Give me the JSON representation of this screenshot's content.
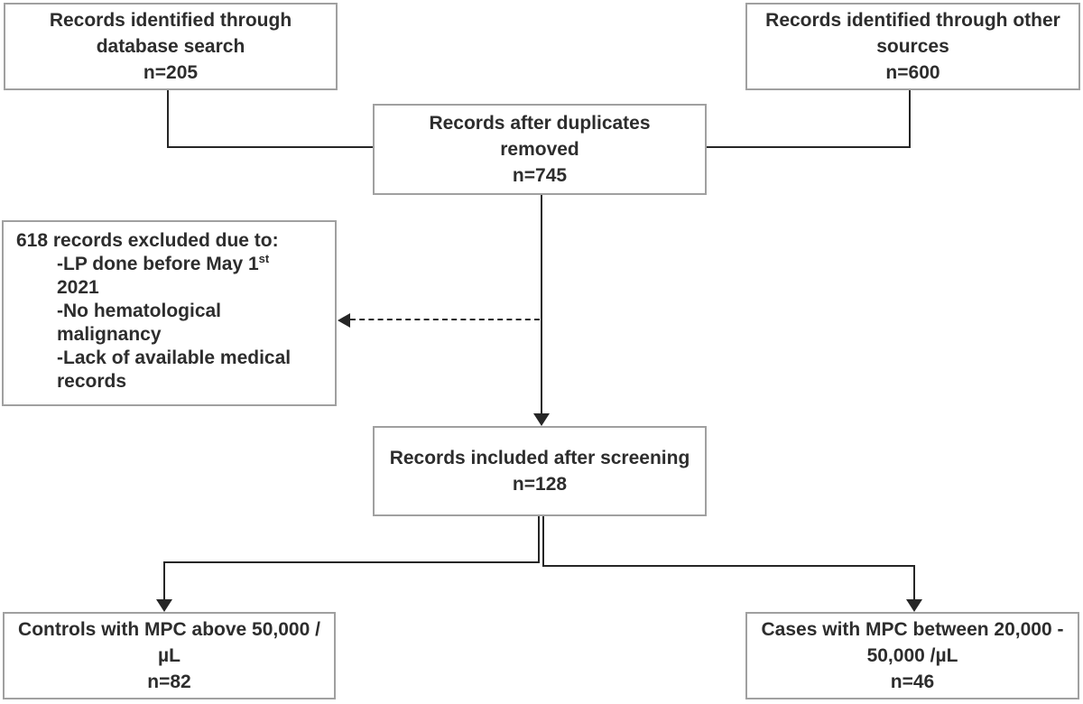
{
  "flowchart": {
    "boxes": {
      "db_search": {
        "label": "Records identified through database search",
        "count": "n=205"
      },
      "other_sources": {
        "label": "Records identified through other sources",
        "count": "n=600"
      },
      "duplicates_removed": {
        "label": "Records after duplicates removed",
        "count": "n=745"
      },
      "excluded": {
        "header": "618 records excluded due to:",
        "reasons": [
          {
            "pre": "-LP done before May 1",
            "sup": "st",
            "post": " 2021"
          },
          {
            "pre": "-No hematological malignancy",
            "sup": "",
            "post": ""
          },
          {
            "pre": "-Lack of available medical records",
            "sup": "",
            "post": ""
          }
        ]
      },
      "included": {
        "label": "Records included after screening",
        "count": "n=128"
      },
      "controls": {
        "label": "Controls with MPC above 50,000 /µL",
        "count": "n=82"
      },
      "cases": {
        "label": "Cases with MPC between 20,000 - 50,000 /µL",
        "count": "n=46"
      }
    },
    "colors": {
      "box_border": "#a0a0a0",
      "text": "#2d2d2d",
      "line": "#262626",
      "background": "#ffffff"
    }
  }
}
